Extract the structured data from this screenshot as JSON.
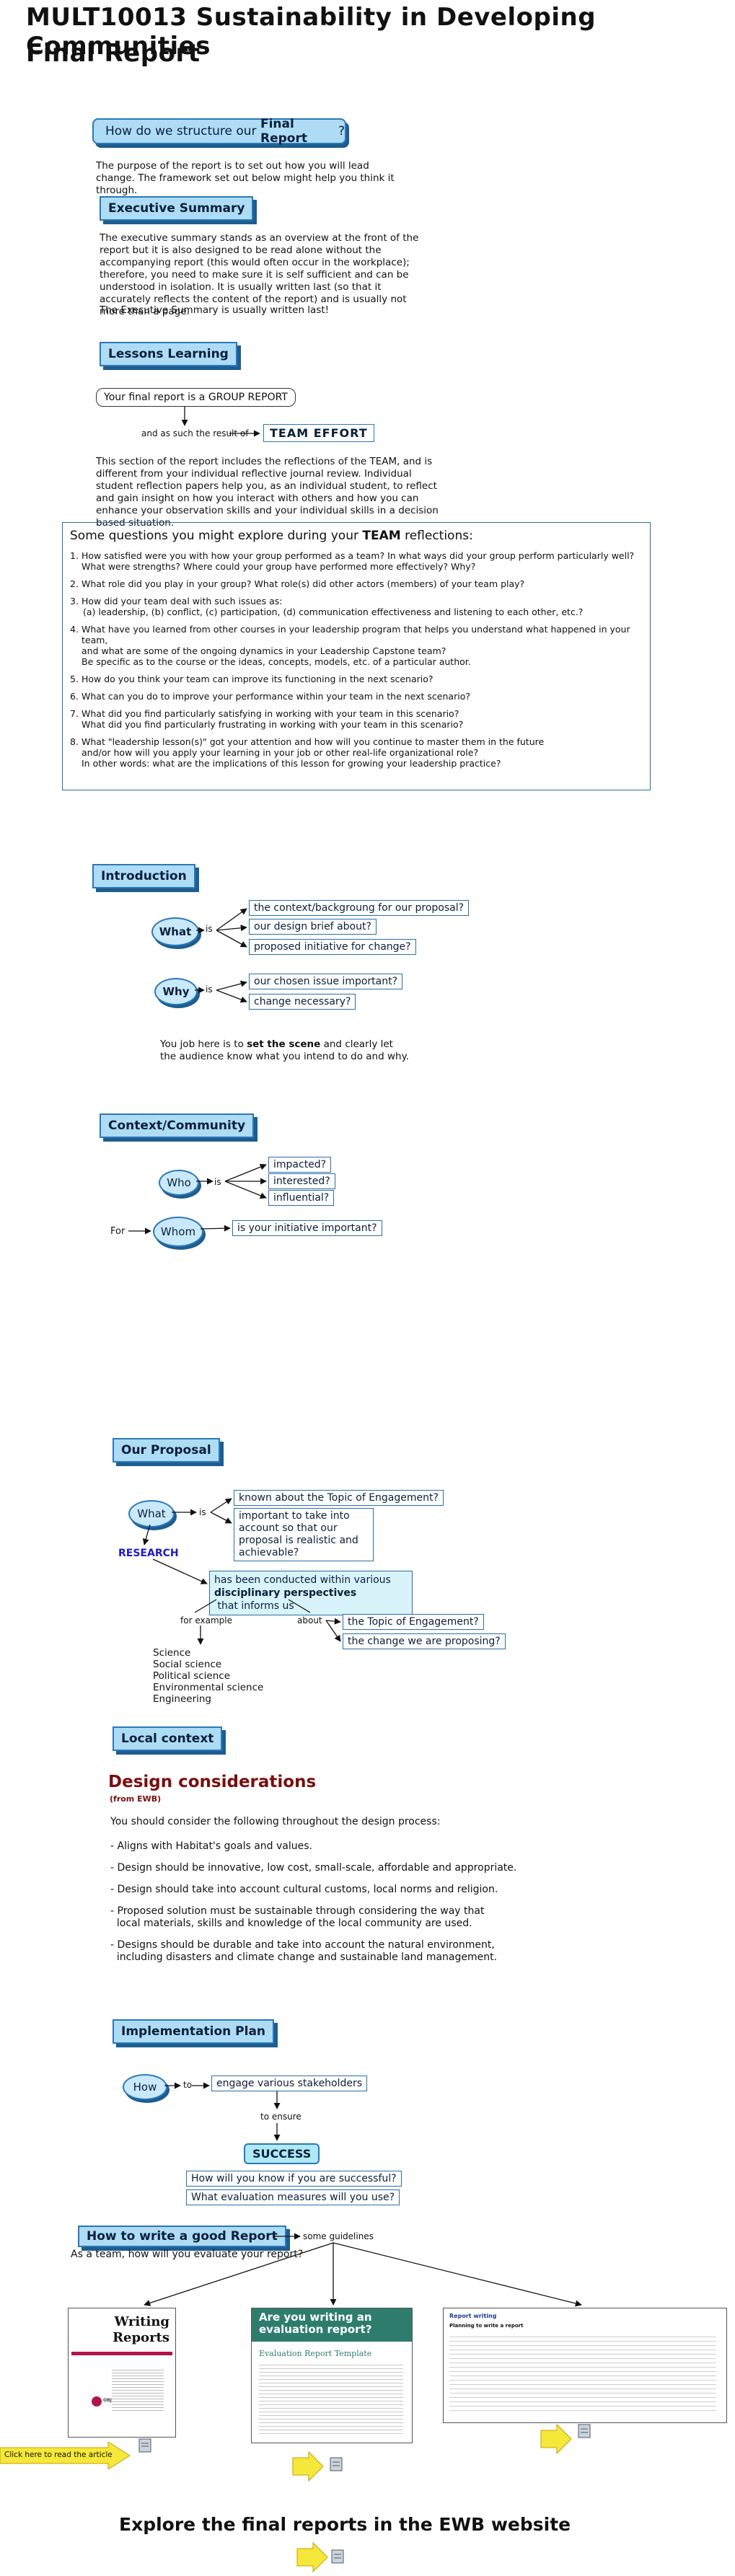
{
  "title": {
    "line1": "MULT10013 Sustainability in Developing Communities",
    "line2": "Final Report"
  },
  "intro_banner": {
    "prefix": "How do we structure our ",
    "bold": "Final Report",
    "suffix": "?"
  },
  "intro_text": "The purpose of the report is to set out how you will lead change. The framework set out below might help you think it through.",
  "exec": {
    "heading": "Executive Summary",
    "para1": "The executive summary stands as an overview at the front of the report but it is also designed to be read alone without the accompanying report (this would often occur in the workplace); therefore, you need to make sure it is self sufficient and can be understood in isolation. It is usually written last (so that it accurately reflects the content of the report) and is usually not more than a page.",
    "para2": "The Executive Summary is usually written last!"
  },
  "lessons": {
    "heading": "Lessons Learning",
    "group_pill": "Your final report is a GROUP REPORT",
    "result_label": "and as such the result of",
    "team_effort": "TEAM EFFORT",
    "para": "This section of the report includes the reflections of the TEAM, and is different from your individual reflective journal review.  Individual student reflection papers help you, as an individual student, to reflect and gain insight on how you interact with others and how you can enhance your observation skills and your individual skills in a decision based situation."
  },
  "questions": {
    "heading_prefix": "Some questions you might explore during your ",
    "heading_bold": "TEAM",
    "heading_suffix": " reflections:",
    "items": [
      {
        "n": "1.",
        "lines": [
          "How satisfied were you with how your group performed as a team? In what ways did your group perform particularly well?",
          "What were strengths? Where could your group have performed more effectively? Why?"
        ]
      },
      {
        "n": "2.",
        "lines": [
          "What role did you play in your group? What role(s) did other actors (members) of your team play?"
        ]
      },
      {
        "n": "3.",
        "lines": [
          "How did your team deal with such issues as:",
          "(a) leadership, (b) conflict, (c) participation, (d) communication effectiveness and listening to each other, etc.?"
        ]
      },
      {
        "n": "4.",
        "lines": [
          "What have you learned from other courses in your leadership program that helps you understand what happened in your team,",
          "and what are some of the ongoing dynamics in your Leadership Capstone team?",
          "Be specific as to the course or the ideas, concepts, models, etc. of a particular author."
        ]
      },
      {
        "n": "5.",
        "lines": [
          "How do you think your team can improve its functioning in the next scenario?"
        ]
      },
      {
        "n": "6.",
        "lines": [
          "What can you do to improve your performance within your team in the next scenario?"
        ]
      },
      {
        "n": "7.",
        "lines": [
          "What did you find particularly satisfying in working with your team in this scenario?",
          "What did you find particularly frustrating in working with your team in this scenario?"
        ]
      },
      {
        "n": "8.",
        "lines": [
          "What \"leadership lesson(s)\" got your attention and how will you continue to master them in the future",
          "and/or how will you apply your learning in your job or other real-life organizational role?",
          "In other words: what are the implications of this lesson for growing your leadership practice?"
        ]
      }
    ]
  },
  "introduction": {
    "heading": "Introduction",
    "what": "What",
    "is1": "is",
    "what_items": [
      "the context/backgroung for our proposal?",
      "our design brief about?",
      "proposed initiative for change?"
    ],
    "why": "Why",
    "is2": "is",
    "why_items": [
      "our chosen issue important?",
      "change necessary?"
    ],
    "note_prefix": "You job here is to ",
    "note_bold": "set the scene",
    "note_suffix": " and clearly let",
    "note_line2": "the audience know what you intend to do and why."
  },
  "context": {
    "heading": "Context/Community",
    "who": "Who",
    "is": "is",
    "who_items": [
      "impacted?",
      "interested?",
      "influential?"
    ],
    "for_label": "For",
    "whom": "Whom",
    "whom_item": "is your initiative important?"
  },
  "proposal": {
    "heading": "Our Proposal",
    "what": "What",
    "is": "is",
    "items": [
      "known about the Topic of Engagement?",
      "important to take into account so that our proposal is realistic and achievable?"
    ],
    "research": "RESEARCH",
    "research_box_line1": "has been conducted within various",
    "research_box_bold": "disciplinary perspectives",
    "research_box_suffix": " that informs us",
    "for_example": "for example",
    "about": "about",
    "about_items": [
      "the Topic of Engagement?",
      "the change we are proposing?"
    ],
    "disciplines": [
      "Science",
      "Social science",
      "Political science",
      "Environmental science",
      "Engineering"
    ]
  },
  "local_context": {
    "heading": "Local context"
  },
  "design": {
    "title": "Design considerations",
    "source": "(from EWB)",
    "intro": "You should consider the following throughout the design process:",
    "bullets": [
      [
        "- Aligns with Habitat's goals and values."
      ],
      [
        "- Design should be innovative, low cost, small-scale, affordable and appropriate."
      ],
      [
        "- Design should take into account cultural customs, local norms and religion."
      ],
      [
        "- Proposed solution must be sustainable through considering the way that",
        "  local materials, skills and knowledge of the local community are used."
      ],
      [
        "- Designs should be durable and take into account the natural environment,",
        "  including disasters and climate change and sustainable land management."
      ]
    ]
  },
  "implementation": {
    "heading": "Implementation Plan",
    "how": "How",
    "to": "to",
    "engage": "engage various stakeholders",
    "to_ensure": "to ensure",
    "success": "SUCCESS",
    "questions": [
      "How will you know if you are successful?",
      "What evaluation measures will you use?"
    ]
  },
  "good_report": {
    "heading": "How to write a good Report",
    "guidelines": "some guidelines",
    "subtitle": "As a team, how will you evaluate your report?",
    "thumb1": {
      "title_line1": "Writing",
      "title_line2": "Reports",
      "brand": "OBJECTIVES"
    },
    "thumb2": {
      "banner": "Are you writing an evaluation report?",
      "subtitle": "Evaluation Report Template"
    },
    "thumb3": {
      "title": "Report writing",
      "subtitle": "Planning to write a report"
    },
    "click_label": "Click here to read the article"
  },
  "footer": {
    "text": "Explore the final reports in the EWB website"
  },
  "colors": {
    "accent_blue": "#2a78b8",
    "light_blue": "#aedcf5",
    "research_blue": "#1a1acc",
    "design_red": "#7a0e0e",
    "arrow_yellow": "#f5e83a"
  }
}
